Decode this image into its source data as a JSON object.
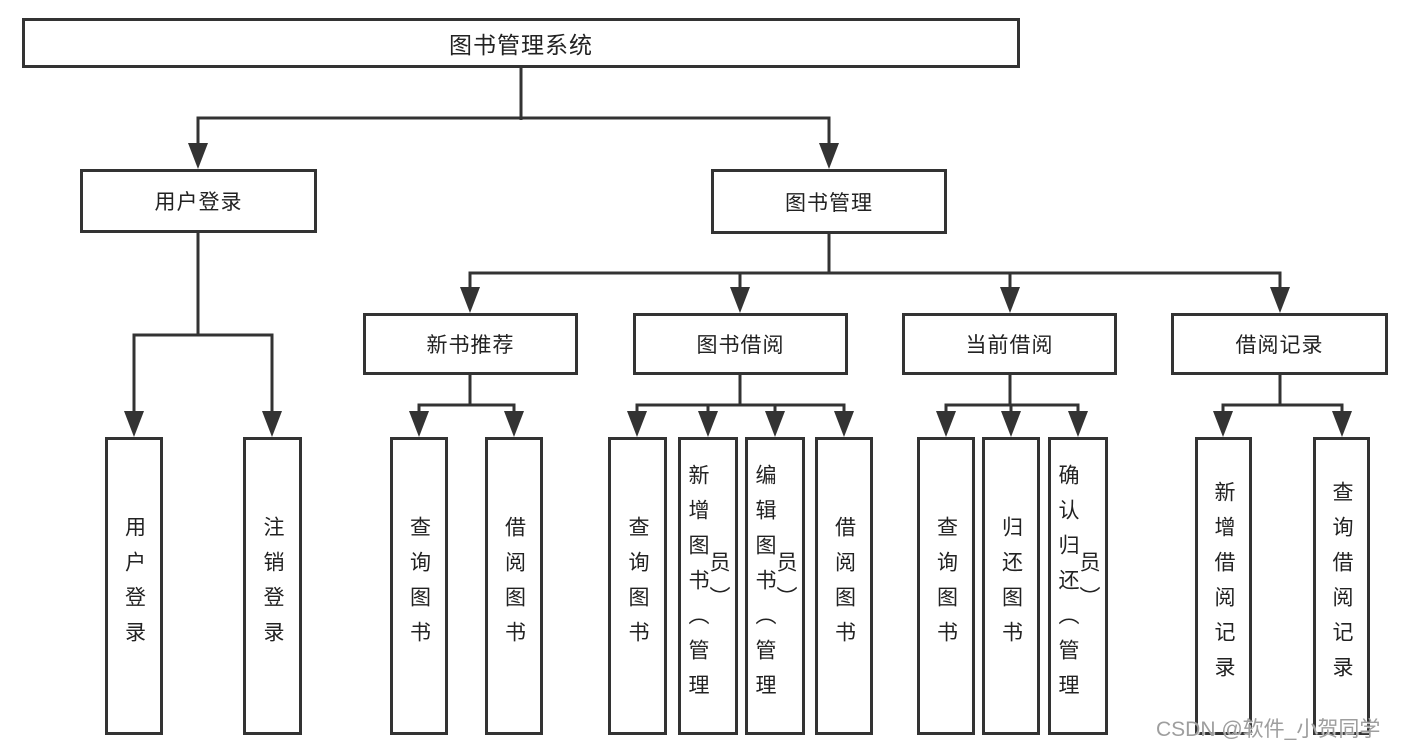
{
  "diagram_type": "tree",
  "tree": {
    "label": "图书管理系统",
    "children": [
      {
        "label": "用户登录",
        "children": [
          {
            "label": "用户登录"
          },
          {
            "label": "注销登录"
          }
        ]
      },
      {
        "label": "图书管理",
        "children": [
          {
            "label": "新书推荐",
            "children": [
              {
                "label": "查询图书"
              },
              {
                "label": "借阅图书"
              }
            ]
          },
          {
            "label": "图书借阅",
            "children": [
              {
                "label": "查询图书"
              },
              {
                "label": "新增图书（管理员）"
              },
              {
                "label": "编辑图书（管理员）"
              },
              {
                "label": "借阅图书"
              }
            ]
          },
          {
            "label": "当前借阅",
            "children": [
              {
                "label": "查询图书"
              },
              {
                "label": "归还图书"
              },
              {
                "label": "确认归还（管理员）"
              }
            ]
          },
          {
            "label": "借阅记录",
            "children": [
              {
                "label": "新增借阅记录"
              },
              {
                "label": "查询借阅记录"
              }
            ]
          }
        ]
      }
    ]
  },
  "watermark": {
    "text": "CSDN @软件_小贺同学"
  },
  "colors": {
    "line": "#333333",
    "box_border": "#333333",
    "box_fill": "#ffffff",
    "text": "#222222",
    "watermark": "#9e9e9e"
  }
}
